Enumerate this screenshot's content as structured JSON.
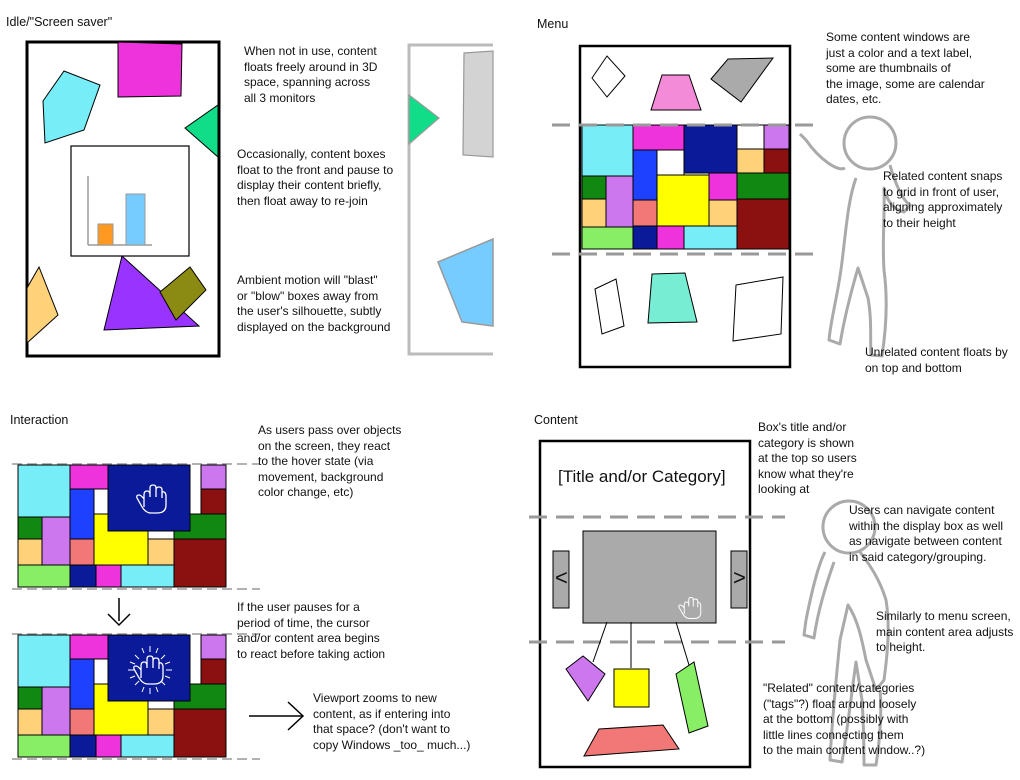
{
  "panels": {
    "idle": {
      "title": "Idle/\"Screen saver\"",
      "note1": "When not in use, content\nfloats freely around in 3D\nspace, spanning across\nall 3 monitors",
      "note2": "Occasionally, content boxes\nfloat to the front and pause to\ndisplay their content briefly,\nthen float away to re-join",
      "note3": "Ambient motion will \"blast\"\nor \"blow\" boxes away from\nthe user's silhouette, subtly\ndisplayed on the background"
    },
    "menu": {
      "title": "Menu",
      "note1": "Some content windows are\njust a color and a text label,\nsome are thumbnails of\nthe image, some are calendar\ndates, etc.",
      "note2": "Related content snaps\nto grid in front of user,\naligning approximately\nto their height",
      "note3": "Unrelated content floats by\non top and bottom"
    },
    "interaction": {
      "title": "Interaction",
      "note1": "As users pass over objects\non the screen, they react\nto the hover state (via\nmovement, background\ncolor change, etc)",
      "note2": "If the user pauses for a\nperiod of time, the cursor\nand/or content area begins\nto react before taking action",
      "note3": "Viewport zooms to new\ncontent, as if entering into\nthat space? (don't want to\ncopy Windows _too_ much...)"
    },
    "content": {
      "title": "Content",
      "box_title": "[Title and/or Category]",
      "note1": "Box's title and/or\ncategory is shown\nat the top so users\nknow what they're\nlooking at",
      "note2": "Users can navigate content\nwithin the display box as well\nas navigate between content\nin said category/grouping.",
      "note3": "Similarly to menu screen,\nmain content area adjusts\nto height.",
      "note4": "\"Related\" content/categories\n(\"tags\"?) float around loosely\nat the bottom (possibly with\nlittle lines connecting them\nto the main content window..?)",
      "prev_glyph": "<",
      "next_glyph": ">"
    }
  },
  "colors": {
    "cyan": "#77EEF7",
    "magenta": "#EE33DD",
    "navy": "#0B1A99",
    "blue": "#1E40FF",
    "yellow": "#FFFF00",
    "orchid": "#CC77EE",
    "peach": "#FFD27A",
    "green": "#118811",
    "salmon": "#F27777",
    "lime": "#88EE66",
    "maroon": "#8B1010",
    "sky": "#77CCFF",
    "teal": "#11DD88",
    "olive": "#8B8B14",
    "purple": "#9933FF",
    "pink": "#F48BD8",
    "mint": "#77EED3",
    "grey": "#AAAAAA",
    "lightgrey": "#D3D3D3",
    "orange": "#FF9922"
  }
}
